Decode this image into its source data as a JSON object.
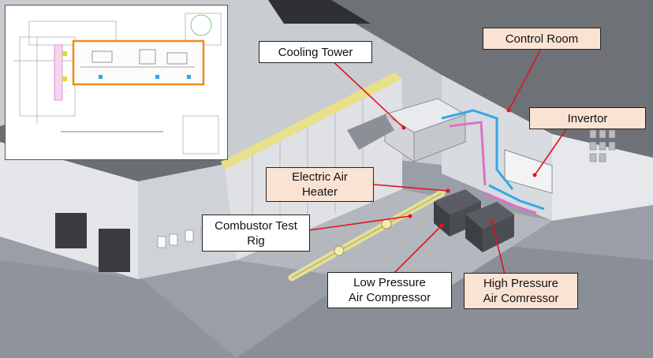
{
  "diagram": {
    "labels": {
      "control_room": "Control Room",
      "cooling_tower": "Cooling Tower",
      "invertor": "Invertor",
      "electric_air_heater": "Electric Air\nHeater",
      "combustor_test_rig": "Combustor Test\nRig",
      "low_pressure_air_compressor": "Low Pressure\nAir Compressor",
      "high_pressure_air_compressor": "High Pressure\nAir Comressor"
    },
    "colors": {
      "callout_fill": "#fbe3d4",
      "leader_line": "#e0141e",
      "ground": "#9a9ea6",
      "building_wall": "#dfe1e5",
      "roof": "#6b6e73",
      "parapet_yellow": "#e8e08a",
      "pipe_blue": "#35a6e6",
      "pipe_pink": "#e070c8",
      "inset_border": "#f08a1e"
    }
  }
}
